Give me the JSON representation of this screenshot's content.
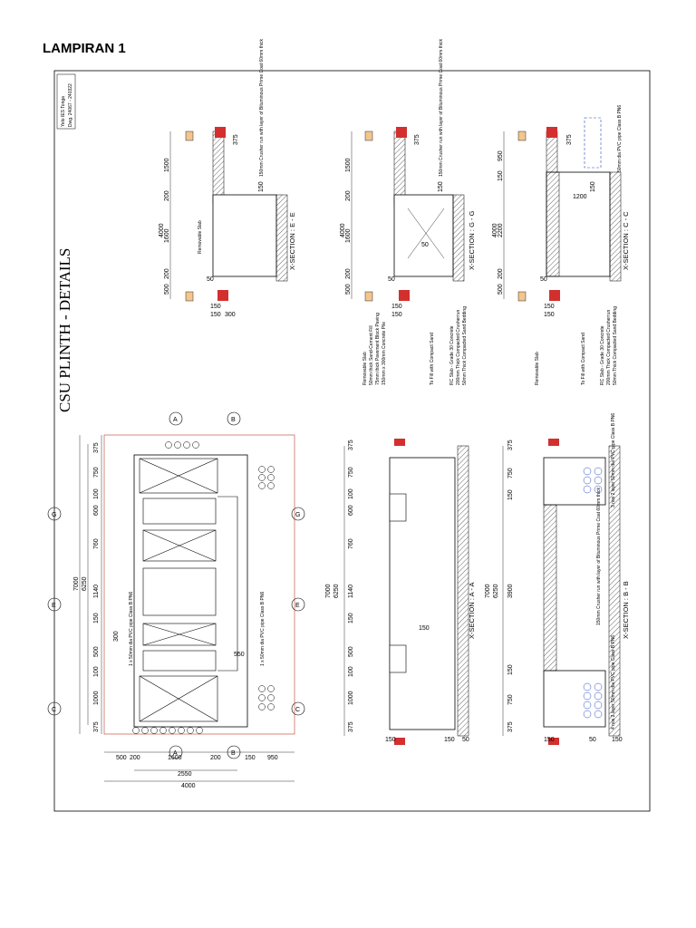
{
  "heading": "LAMPIRAN 1",
  "title": "CSU PLINTH - DETAILS",
  "title_block": [
    "Yelo IES Tonga",
    "Dwg. 24067 - 240322"
  ],
  "plan": {
    "dims_left": [
      "375",
      "750",
      "100",
      "600",
      "760",
      "1140",
      "150",
      "500",
      "100",
      "1000",
      "375"
    ],
    "overall_long": "7000",
    "inner_long": "6250",
    "dims_bottom": [
      "500",
      "200",
      "1600",
      "200",
      "150",
      "950"
    ],
    "width_inner": "2550",
    "width_total": "4000",
    "dim_300": "300",
    "dim_550": "550",
    "pipe_note": "1 x 50mm dia PVC pipe Class B PN6",
    "markers": [
      "A",
      "B",
      "G",
      "E",
      "C"
    ]
  },
  "sections": {
    "aa": {
      "label": "X-SECTION : A - A",
      "dims": [
        "375",
        "750",
        "100",
        "600",
        "760",
        "1140",
        "150",
        "500",
        "100",
        "1000",
        "375"
      ],
      "total": "7000",
      "inner": "6250",
      "notes": [
        "Removable Slab",
        "50mm thick Sand-Cement Fill",
        "75mm thick Pavement Block Paving",
        "150mm x 300mm Concrete Pile"
      ],
      "fill_note": "To Fill with Compact Sand",
      "spec_notes": [
        "RC Slab - Grade 30 Concrete",
        "200mm Thick Compacted Crusherrun",
        "50mm Thick Compacted Sand Bedding"
      ],
      "small": [
        "150",
        "150",
        "50",
        "150"
      ]
    },
    "bb": {
      "label": "X-SECTION : B - B",
      "dims": [
        "375",
        "750",
        "150",
        "3900",
        "150",
        "750",
        "375"
      ],
      "total": "7000",
      "inner": "6250",
      "notes": [
        "Removable Slab",
        "3 nos 2 layer 50mm dia PVC pipe Class B PN6",
        "150mm Crusher run with layer of Bituminous Prime Coat 60mm thick",
        "4 nos 2 layer 50mm dia PVC pipe Class B PN6"
      ],
      "fill_note": "To Fill with Compact Sand",
      "spec_notes": [
        "RC Slab - Grade 30 Concrete",
        "200mm Thick Compacted Crusherrun",
        "50mm Thick Compacted Sand Bedding"
      ],
      "small": [
        "150",
        "50",
        "150"
      ]
    },
    "ee": {
      "label": "X-SECTION : E - E",
      "dims": [
        "500",
        "200",
        "1600",
        "200",
        "1500"
      ],
      "total": "4000",
      "notes": [
        "Removable Slab",
        "150mm Crusher run with layer of Bituminous Prime Coat 60mm thick"
      ],
      "small": [
        "150",
        "150",
        "300",
        "375",
        "50",
        "150"
      ]
    },
    "gg": {
      "label": "X-SECTION : G - G",
      "dims": [
        "500",
        "200",
        "1600",
        "200",
        "1500"
      ],
      "total": "4000",
      "notes": [
        "150mm Crusher run with layer of Bituminous Prime Coat 60mm thick"
      ],
      "small": [
        "150",
        "150",
        "375",
        "50",
        "150",
        "50"
      ]
    },
    "cc": {
      "label": "X-SECTION : C - C",
      "dims": [
        "500",
        "200",
        "2200",
        "150",
        "950"
      ],
      "total": "4000",
      "inner": "1200",
      "notes": [
        "50mm dia PVC pipe Class B PN6"
      ],
      "small": [
        "150",
        "150",
        "375",
        "50",
        "150"
      ]
    }
  }
}
